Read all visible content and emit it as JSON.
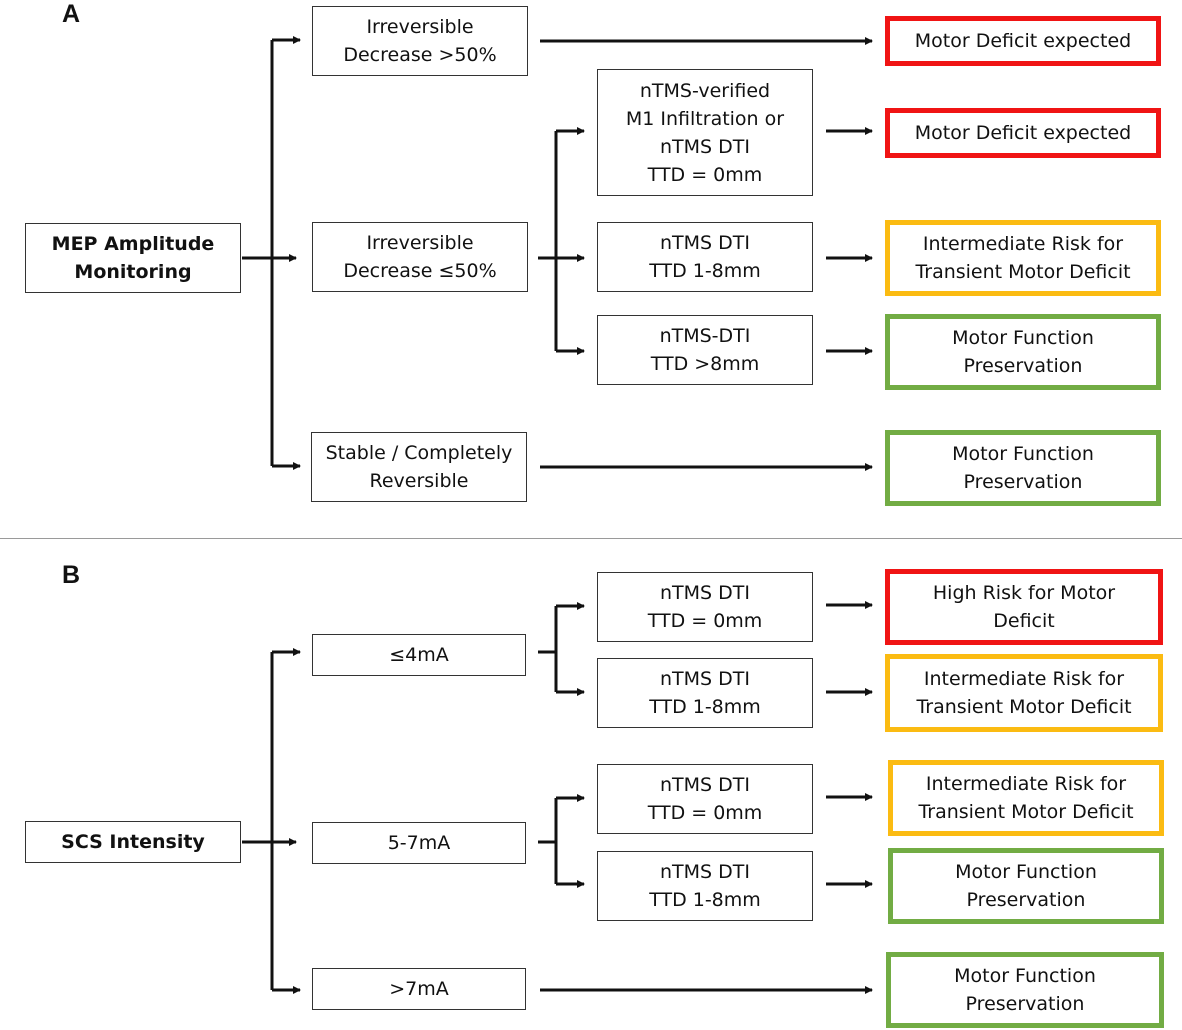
{
  "colors": {
    "red": "#f01414",
    "orange": "#fbbb12",
    "green": "#72ac44",
    "line": "#111111"
  },
  "panel_a": {
    "label": "A",
    "root": "MEP Amplitude\nMonitoring",
    "branch_decrease_gt50": "Irreversible\nDecrease >50%",
    "branch_decrease_le50": "Irreversible\nDecrease ≤50%",
    "branch_stable": "Stable / Completely\nReversible",
    "sub_m1_infiltration": "nTMS-verified\nM1 Infiltration or\nnTMS DTI\nTTD = 0mm",
    "sub_ttd_1_8": "nTMS DTI\nTTD 1-8mm",
    "sub_ttd_gt8": "nTMS-DTI\nTTD >8mm",
    "outcome_decrease_gt50": "Motor Deficit expected",
    "outcome_m1_infiltration": "Motor Deficit expected",
    "outcome_ttd_1_8": "Intermediate Risk for\nTransient Motor Deficit",
    "outcome_ttd_gt8": "Motor Function\nPreservation",
    "outcome_stable": "Motor Function\nPreservation"
  },
  "panel_b": {
    "label": "B",
    "root": "SCS Intensity",
    "branch_le4": "≤4mA",
    "branch_5_7": "5-7mA",
    "branch_gt7": ">7mA",
    "sub_le4_ttd0": "nTMS DTI\nTTD = 0mm",
    "sub_le4_ttd1_8": "nTMS DTI\nTTD 1-8mm",
    "sub_5_7_ttd0": "nTMS DTI\nTTD = 0mm",
    "sub_5_7_ttd1_8": "nTMS DTI\nTTD 1-8mm",
    "outcome_le4_ttd0": "High Risk for Motor\nDeficit",
    "outcome_le4_ttd1_8": "Intermediate Risk for\nTransient Motor Deficit",
    "outcome_5_7_ttd0": "Intermediate Risk for\nTransient Motor Deficit",
    "outcome_5_7_ttd1_8": "Motor Function\nPreservation",
    "outcome_gt7": "Motor Function\nPreservation"
  }
}
